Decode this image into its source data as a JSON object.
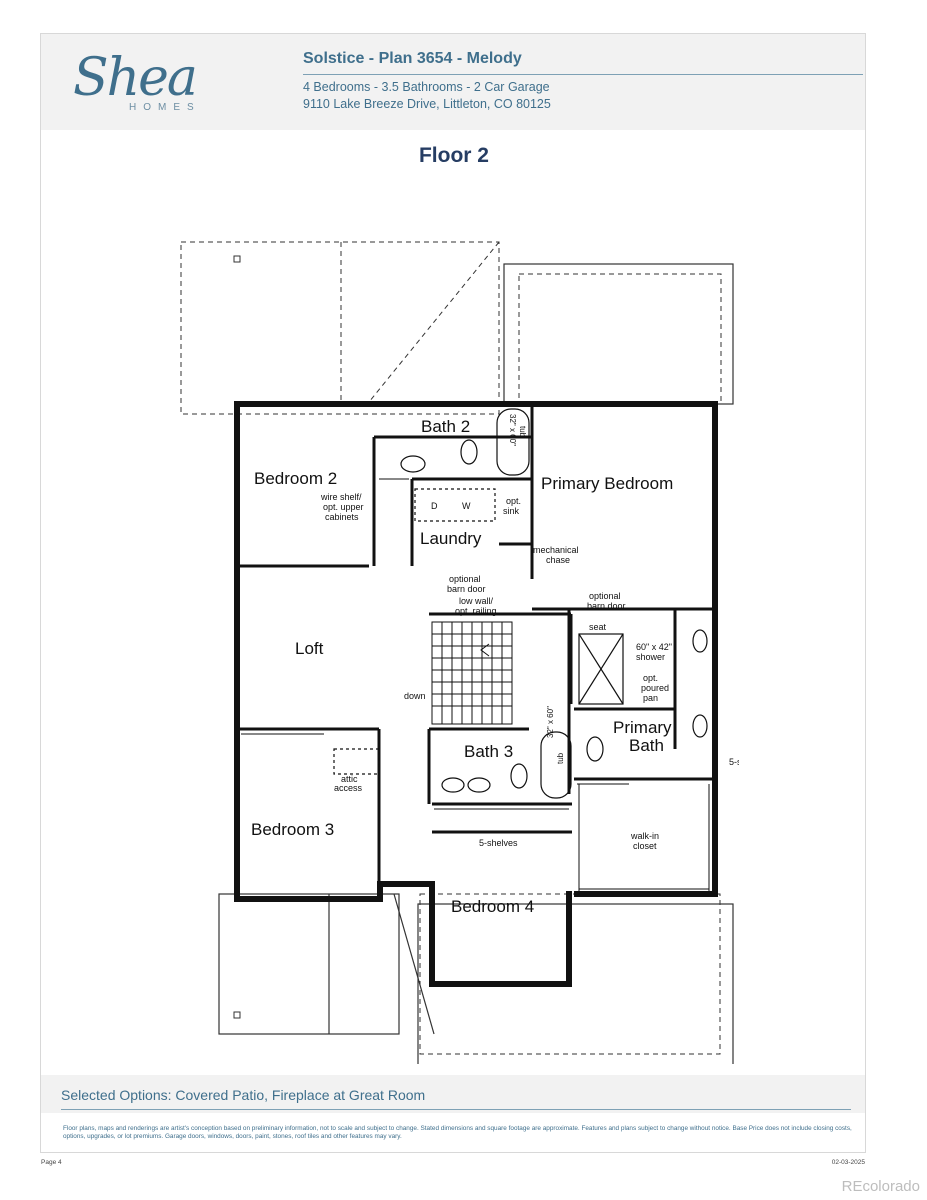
{
  "brand": {
    "logo_text": "Shea",
    "logo_sub": "HOMES",
    "logo_color": "#3f6f8c"
  },
  "header": {
    "title": "Solstice - Plan 3654 - Melody",
    "specs": "4 Bedrooms - 3.5 Bathrooms - 2 Car Garage",
    "address": "9110 Lake Breeze Drive, Littleton, CO 80125"
  },
  "floor_title": "Floor 2",
  "rooms": {
    "bath2": "Bath 2",
    "bedroom2": "Bedroom 2",
    "primary_bedroom": "Primary Bedroom",
    "laundry": "Laundry",
    "loft": "Loft",
    "bath3": "Bath 3",
    "primary_bath_1": "Primary",
    "primary_bath_2": "Bath",
    "bedroom3": "Bedroom 3",
    "bedroom4": "Bedroom 4"
  },
  "notes": {
    "tub_a": "32\" x 60\"",
    "tub_b": "tub",
    "wire_1": "wire shelf/",
    "wire_2": "opt. upper",
    "wire_3": "cabinets",
    "d": "D",
    "w": "W",
    "opt_sink_1": "opt.",
    "opt_sink_2": "sink",
    "mech_1": "mechanical",
    "mech_2": "chase",
    "barn_1": "optional",
    "barn_2": "barn door",
    "rail_1": "low wall/",
    "rail_2": "opt. railing",
    "seat": "seat",
    "shower_1": "60\" x 42\"",
    "shower_2": "shower",
    "pan_1": "opt.",
    "pan_2": "poured",
    "pan_3": "pan",
    "down": "down",
    "attic_1": "attic",
    "attic_2": "access",
    "five_shelves": "5-shelves",
    "walkin_1": "walk-in",
    "walkin_2": "closet"
  },
  "footer": {
    "selected_options": "Selected Options: Covered Patio, Fireplace at Great Room",
    "disclaimer": "Floor plans, maps and renderings are artist's conception based on preliminary information, not to scale and subject to change. Stated dimensions and square footage are approximate. Features and plans subject to change without notice. Base Price does not include closing costs, options, upgrades, or lot premiums. Garage doors, windows, doors, paint, stones, roof tiles and other features may vary.",
    "page": "Page 4",
    "date": "02-03-2025"
  },
  "watermark": "REcolorado"
}
